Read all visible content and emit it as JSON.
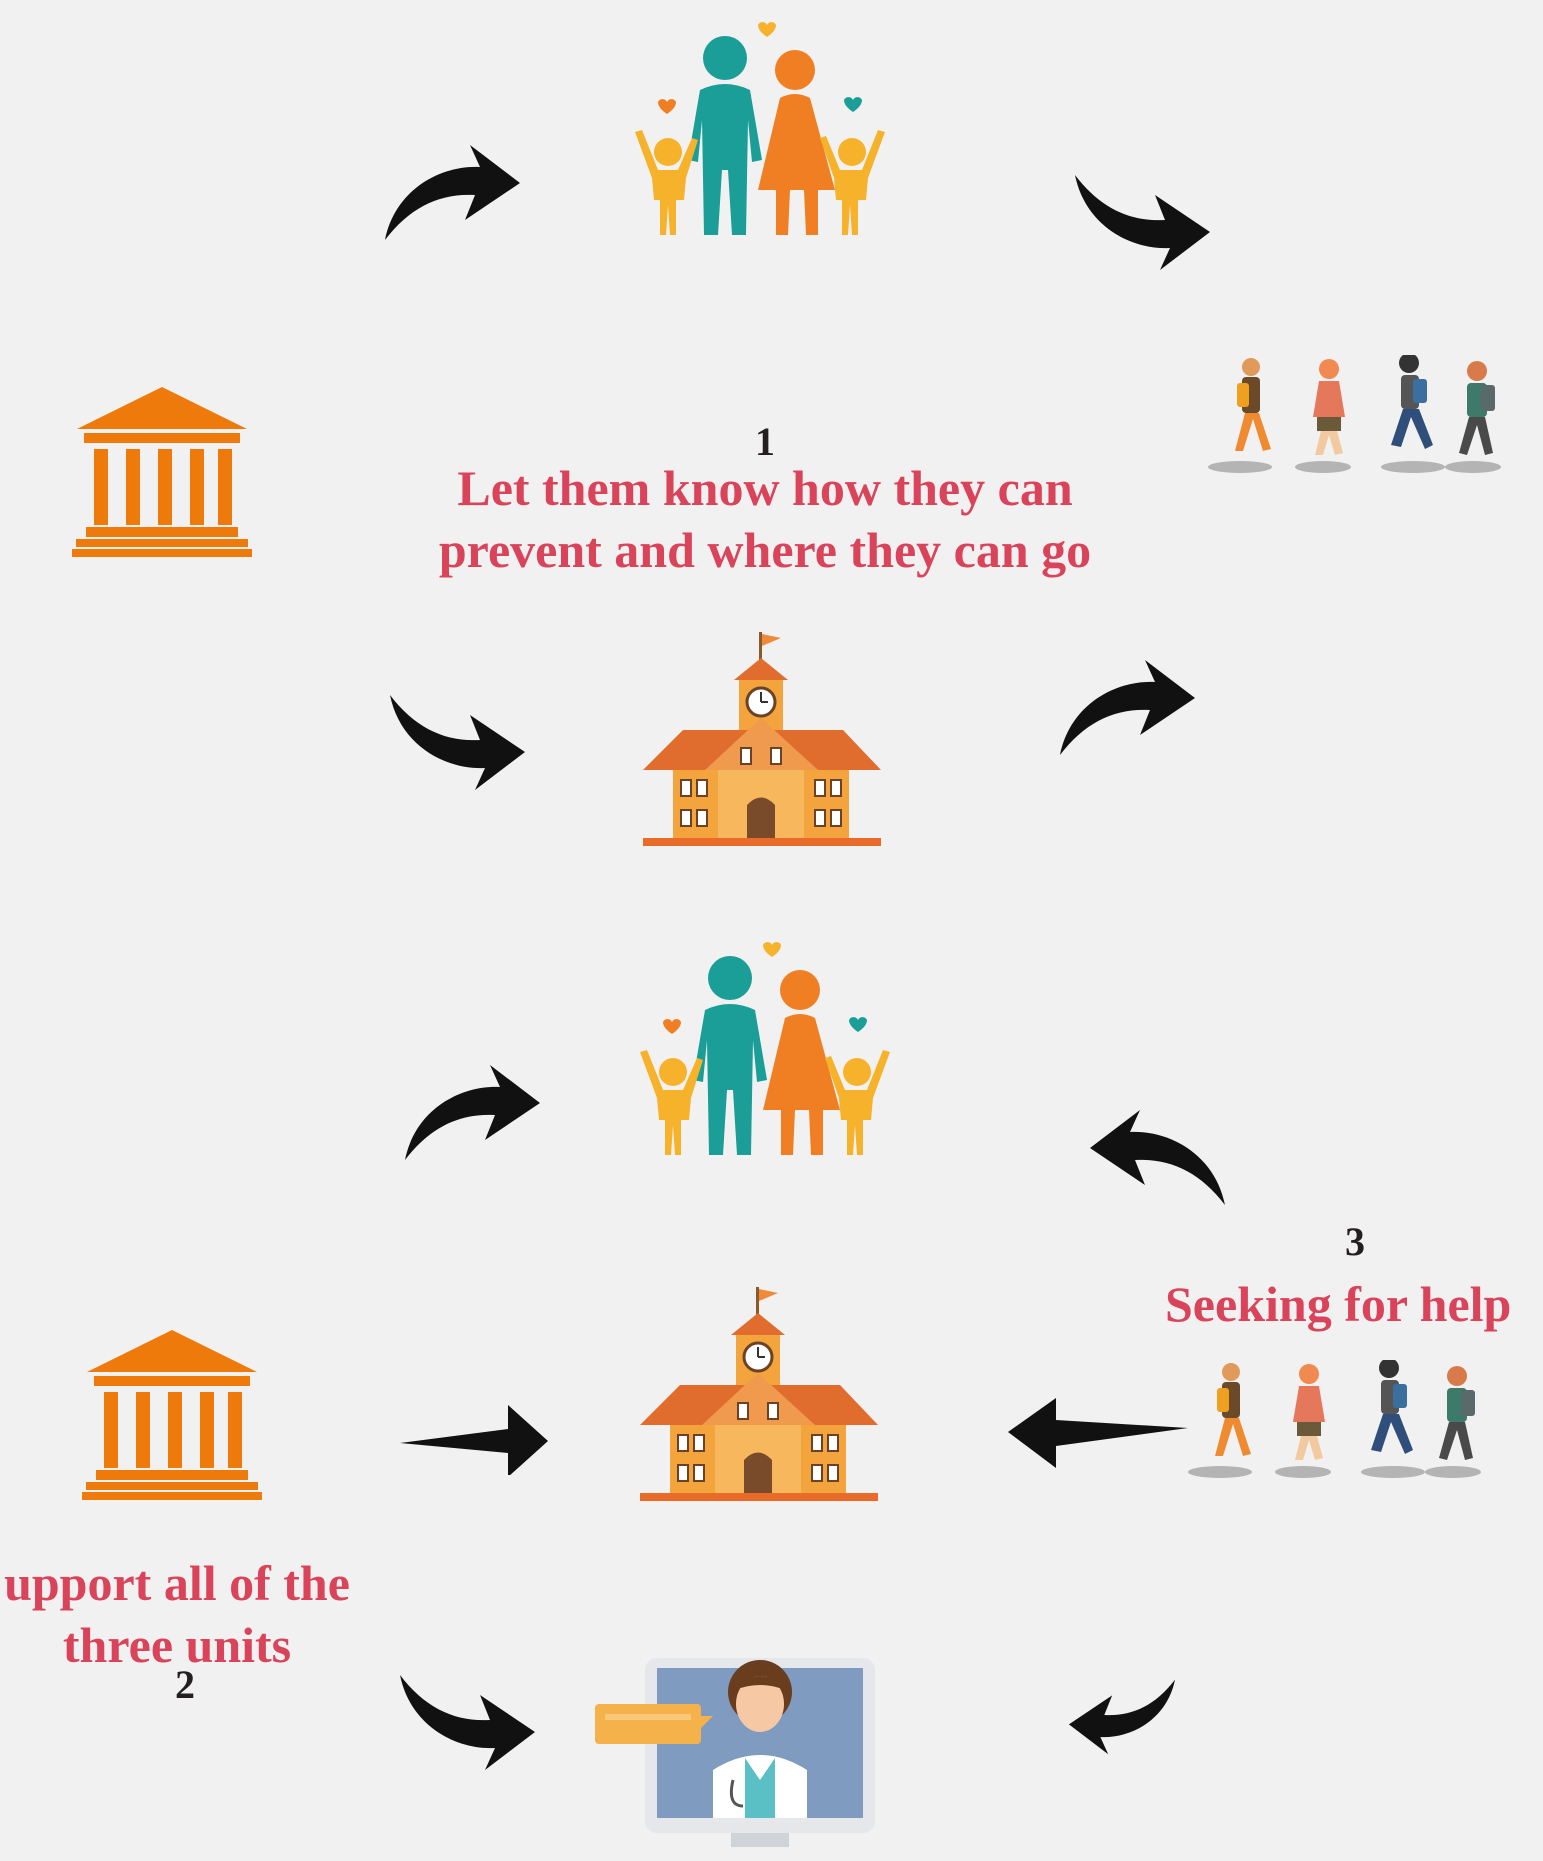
{
  "colors": {
    "background": "#f1f1f1",
    "accent_text": "#d9445a",
    "number_text": "#231f20",
    "arrow": "#111111",
    "institution": "#ee7a0c",
    "school_wall": "#f4a43c",
    "school_roof": "#e06d2e",
    "family_teal": "#1a9e97",
    "family_orange": "#ef7f22",
    "family_yellow": "#f7b22b"
  },
  "icons": {
    "institution": "government-building-icon",
    "family": "family-icon",
    "students": "students-walking-icon",
    "school": "school-building-icon",
    "doctor": "online-doctor-icon",
    "arrow": "curved-arrow-icon"
  },
  "sections": {
    "one": {
      "number": "1",
      "caption_line1": "Let them know how they can",
      "caption_line2": "prevent and where they can go"
    },
    "two": {
      "number": "2",
      "caption_line1": "upport all of the",
      "caption_line2": "three units"
    },
    "three": {
      "number": "3",
      "caption_line1": "Seeking for help"
    }
  }
}
